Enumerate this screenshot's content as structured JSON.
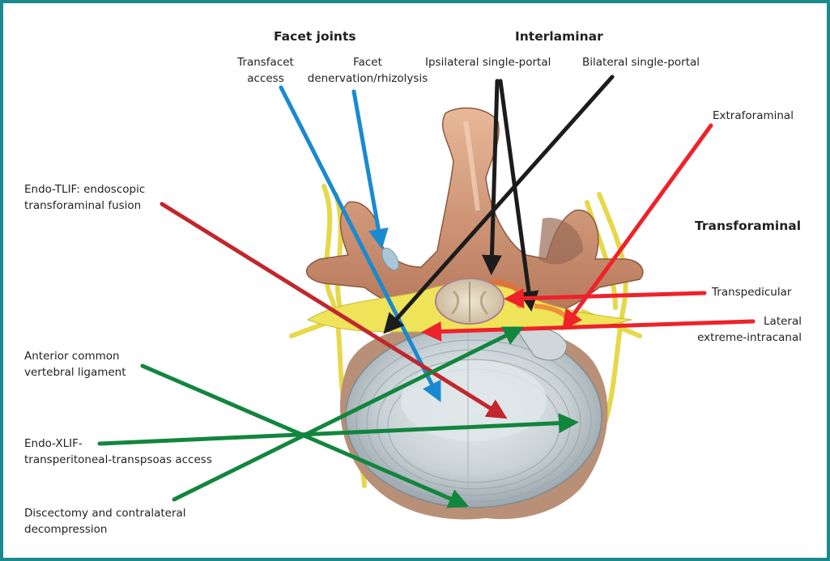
{
  "figure": {
    "subject": "Lumbar vertebra axial view with endoscopic spine surgery approaches",
    "border_color": "#1a8a8e",
    "arrow_colors": {
      "facet_joints": "#1a8ad0",
      "interlaminar": "#1c1c1c",
      "transforaminal": "#ee2229",
      "endo_tlif": "#c1272d",
      "anterior": "#12853e"
    }
  },
  "groups": {
    "facet_joints": "Facet joints",
    "interlaminar": "Interlaminar",
    "transforaminal": "Transforaminal"
  },
  "labels": {
    "transfacet": [
      "Transfacet",
      "access"
    ],
    "facet_denervation": [
      "Facet",
      "denervation/rhizolysis"
    ],
    "ipsilateral": "Ipsilateral single-portal",
    "bilateral": "Bilateral single-portal",
    "extraforaminal": "Extraforaminal",
    "transpedicular": "Transpedicular",
    "lateral_extreme": [
      "Lateral",
      "extreme-intracanal"
    ],
    "endo_tlif": [
      "Endo-TLIF: endoscopic",
      "transforaminal fusion"
    ],
    "anterior_ligament": [
      "Anterior common",
      "vertebral ligament"
    ],
    "endo_xlif": [
      "Endo-XLIF-",
      "transperitoneal-transpsoas access"
    ],
    "discectomy": [
      "Discectomy and contralateral",
      "decompression"
    ]
  }
}
